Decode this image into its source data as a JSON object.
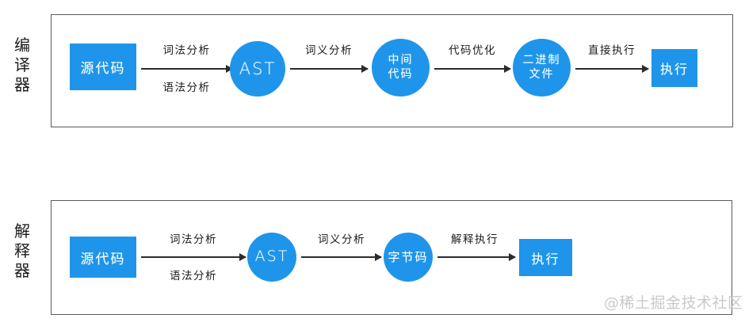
{
  "diagram": {
    "title_visible": false,
    "colors": {
      "node_blue": "#1e95ea",
      "node_text": "#ffffff",
      "frame_border": "#5a5a5a",
      "arrow": "#2b2b2b",
      "text": "#1b1b1b",
      "watermark": "#c9c9c9",
      "background": "#ffffff"
    },
    "rows": [
      {
        "side_label_chars": [
          "编",
          "译",
          "器"
        ],
        "side_label": "编译器",
        "nodes": [
          {
            "id": "source-code",
            "shape": "rect",
            "lines": [
              "源代码"
            ]
          },
          {
            "id": "ast",
            "shape": "circle",
            "lines": [
              "AST"
            ]
          },
          {
            "id": "intermediate",
            "shape": "circle",
            "lines": [
              "中间",
              "代码"
            ]
          },
          {
            "id": "binary-file",
            "shape": "circle",
            "lines": [
              "二进制",
              "文件"
            ]
          },
          {
            "id": "execute",
            "shape": "rect",
            "lines": [
              "执行"
            ]
          }
        ],
        "arrows": [
          {
            "id": "lexical-syntax",
            "above": "词法分析",
            "below": "语法分析"
          },
          {
            "id": "semantic",
            "above": "词义分析",
            "below": ""
          },
          {
            "id": "optimize",
            "above": "代码优化",
            "below": ""
          },
          {
            "id": "direct-execute",
            "above": "直接执行",
            "below": ""
          }
        ]
      },
      {
        "side_label_chars": [
          "解",
          "释",
          "器"
        ],
        "side_label": "解释器",
        "nodes": [
          {
            "id": "source-code",
            "shape": "rect",
            "lines": [
              "源代码"
            ]
          },
          {
            "id": "ast",
            "shape": "circle",
            "lines": [
              "AST"
            ]
          },
          {
            "id": "bytecode",
            "shape": "circle",
            "lines": [
              "字节码"
            ]
          },
          {
            "id": "execute",
            "shape": "rect",
            "lines": [
              "执行"
            ]
          }
        ],
        "arrows": [
          {
            "id": "lexical-syntax",
            "above": "词法分析",
            "below": "语法分析"
          },
          {
            "id": "semantic",
            "above": "词义分析",
            "below": ""
          },
          {
            "id": "interpret-execute",
            "above": "解释执行",
            "below": ""
          }
        ]
      }
    ]
  },
  "watermark": {
    "text": "@稀土掘金技术社区"
  }
}
